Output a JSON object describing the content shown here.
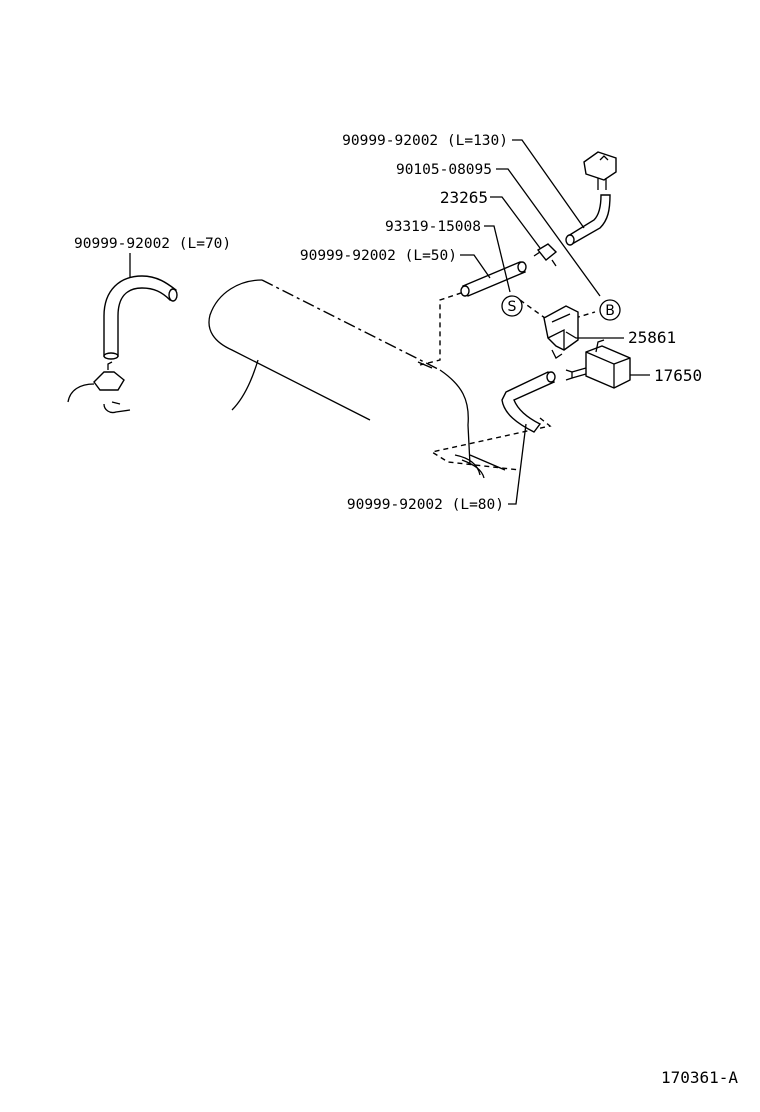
{
  "labels": {
    "hose_l130": "90999-92002 (L=130)",
    "clamp_90105": "90105-08095",
    "part_23265": "23265",
    "plug_93319": "93319-15008",
    "hose_l50": "90999-92002 (L=50)",
    "hose_l70": "90999-92002 (L=70)",
    "bracket_25861": "25861",
    "vsv_17650": "17650",
    "hose_l80": "90999-92002 (L=80)"
  },
  "markers": {
    "s": "S",
    "b": "B"
  },
  "figure_id": "170361-A"
}
